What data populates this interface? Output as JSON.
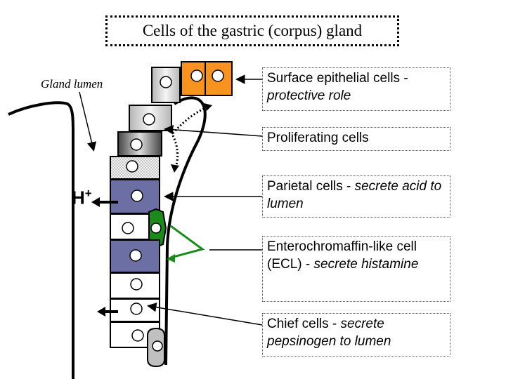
{
  "title": "Cells of the gastric (corpus) gland",
  "gland_lumen_label": "Gland lumen",
  "hydrogen_ion": {
    "symbol": "H",
    "charge": "+"
  },
  "labels": [
    {
      "id": "surface",
      "text": "Surface epithelial cells - ",
      "italic": "protective role"
    },
    {
      "id": "proliferating",
      "text": "Proliferating cells",
      "italic": ""
    },
    {
      "id": "parietal",
      "text": "Parietal cells - ",
      "italic": "secrete acid to lumen"
    },
    {
      "id": "ecl",
      "text": "Enterochromaffin-like cell (ECL) - ",
      "italic": "secrete histamine"
    },
    {
      "id": "chief",
      "text": "Chief cells - ",
      "italic": "secrete pepsinogen to lumen"
    }
  ],
  "colors": {
    "surface_cell": "#f7931e",
    "parietal_cell": "#6b6fa3",
    "ecl_cell": "#1a8a1a",
    "proliferating_cell": "#555555",
    "gray_cell": "#c0c0c0",
    "chief_cell": "#ffffff"
  }
}
